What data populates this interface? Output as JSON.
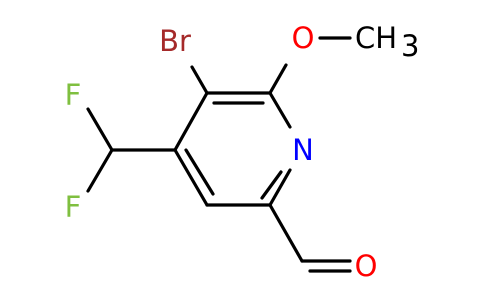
{
  "molecule": {
    "atoms": {
      "bromine": "Br",
      "oxygen_methoxy": "O",
      "methyl": "CH",
      "methyl_subscript": "3",
      "nitrogen": "N",
      "fluorine_top": "F",
      "fluorine_bottom": "F",
      "oxygen_aldehyde": "O"
    },
    "colors": {
      "bromine": "#a52a2a",
      "oxygen": "#ff0000",
      "nitrogen": "#0000ff",
      "fluorine": "#7fbf3f",
      "carbon": "#000000"
    }
  }
}
